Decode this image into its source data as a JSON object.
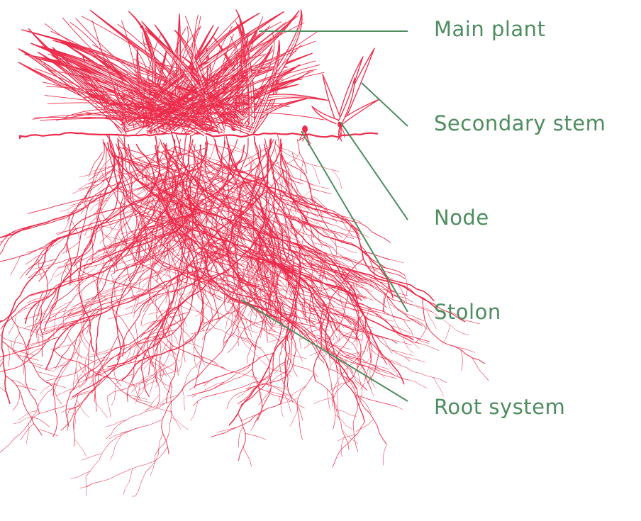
{
  "colors": {
    "plant": "#ed2b4a",
    "leader": "#4e8d5f",
    "label": "#4e8d5f",
    "background": "#ffffff"
  },
  "labels": {
    "main_plant": "Main plant",
    "secondary_stem": "Secondary stem",
    "node": "Node",
    "stolon": "Stolon",
    "root_system": "Root system"
  }
}
